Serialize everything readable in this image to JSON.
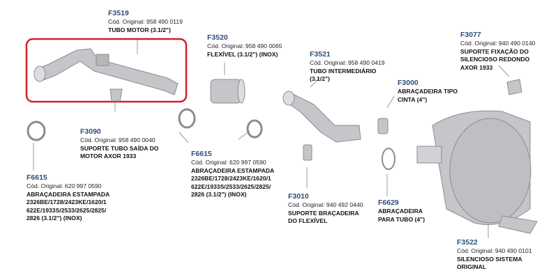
{
  "parts": [
    {
      "code": "F3519",
      "original": "Cód. Original: 958 490 0119",
      "name": "TUBO MOTOR (3.1/2\")"
    },
    {
      "code": "F3520",
      "original": "Cód. Original: 958 490 0065",
      "name": "FLEXÍVEL (3.1/2\") (INOX)"
    },
    {
      "code": "F3521",
      "original": "Cód. Original: 958 490 0419",
      "name": "TUBO INTERMEDIÁRIO\n(3.1/2\")"
    },
    {
      "code": "F3000",
      "original": "",
      "name": "ABRAÇADEIRA TIPO\nCINTA (4\")"
    },
    {
      "code": "F3077",
      "original": "Cód. Original: 940 490 0140",
      "name": "SUPORTE FIXAÇÃO DO\nSILENCIOSO REDONDO\nAXOR 1933"
    },
    {
      "code": "F3090",
      "original": "Cód. Original: 958 490 0040",
      "name": "SUPORTE TUBO SAÍDA DO\nMOTOR AXOR 1933"
    },
    {
      "code": "F6615",
      "original": "Cód. Original: 620 997 0590",
      "name": "ABRAÇADEIRA ESTAMPADA\n2326BE/1728/2423KE/1620/1\n622E/1933S/2533/2625/2825/\n2826 (3.1/2\") (INOX)"
    },
    {
      "code": "F6615",
      "original": "Cód. Original: 620 997 0590",
      "name": "ABRAÇADEIRA ESTAMPADA\n2326BE/1728/2423KE/1620/1\n622E/1933S/2533/2625/2825/\n2826 (3.1/2\") (INOX)"
    },
    {
      "code": "F3010",
      "original": "Cód. Original: 940 492 0440",
      "name": "SUPORTE BRAÇADEIRA\nDO FLEXÍVEL"
    },
    {
      "code": "F6629",
      "original": "",
      "name": "ABRAÇADEIRA\nPARA TUBO (4\")"
    },
    {
      "code": "F3522",
      "original": "Cód. Original: 940 490 0101",
      "name": "SILENCIOSO SISTEMA\nORIGINAL"
    }
  ],
  "colors": {
    "highlight": "#d0202a",
    "code": "#2d4e7a",
    "part": "#c4c6c9"
  }
}
